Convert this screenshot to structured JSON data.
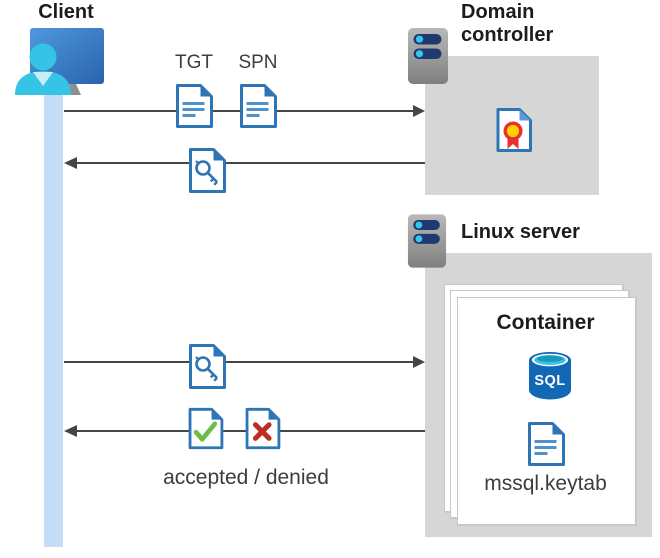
{
  "diagram": {
    "client": {
      "label": "Client"
    },
    "domain_controller": {
      "label": "Domain controller"
    },
    "linux_server": {
      "label": "Linux server"
    },
    "container": {
      "label": "Container",
      "sql_badge": "SQL",
      "keytab_file": "mssql.keytab"
    },
    "flow": {
      "tgt_label": "TGT",
      "spn_label": "SPN",
      "result_label": "accepted / denied"
    }
  },
  "icons": {
    "client-icon": "person at monitor",
    "server-icon": "server tower with two drive bays",
    "certificate-icon": "document with red/yellow ribbon seal",
    "ticket-document-icon": "document with text lines",
    "key-document-icon": "document with key",
    "accepted-document-icon": "document with green check",
    "denied-document-icon": "document with red x",
    "sql-database-icon": "blue SQL database cylinder",
    "keytab-document-icon": "document with text lines"
  },
  "colors": {
    "doc_border_blue": "#2e75b6",
    "doc_lines_blue": "#4f90cd",
    "timeline_blue": "#c5dcf7",
    "monitor_blue_start": "#4f98dd",
    "monitor_blue_end": "#2a63ad",
    "person_cyan": "#35c3e6",
    "server_pill_navy": "#1e3a6e",
    "server_dot_cyan": "#35c6e9",
    "gray_box": "#d6d6d6",
    "sql_body_blue": "#1268b4",
    "sql_top_cyan": "#35c6e9",
    "accepted_green": "#6abe45",
    "denied_red": "#bf2b25",
    "cert_red": "#e8312e",
    "cert_yellow": "#ffd100",
    "arrow_gray": "#454545",
    "heading_text": "#1c1c1c",
    "body_text": "#3d3d3d"
  }
}
